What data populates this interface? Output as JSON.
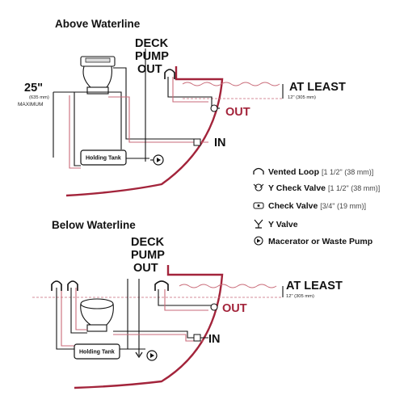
{
  "above": {
    "title": "Above Waterline",
    "deck_pump_out": [
      "DECK",
      "PUMP",
      "OUT"
    ],
    "height_value": "25\"",
    "height_metric": "(635 mm)",
    "height_max": "MAXIMUM",
    "at_least": "AT LEAST",
    "at_least_metric": "12\" (305 mm)",
    "out": "OUT",
    "in": "IN",
    "holding_tank": "Holding Tank"
  },
  "below": {
    "title": "Below Waterline",
    "deck_pump_out": [
      "DECK",
      "PUMP",
      "OUT"
    ],
    "at_least": "AT LEAST",
    "at_least_metric": "12\" (305 mm)",
    "out": "OUT",
    "in": "IN",
    "holding_tank": "Holding Tank"
  },
  "legend": [
    {
      "icon": "vented-loop-icon",
      "name": "Vented Loop",
      "spec": "[1 1/2\" (38 mm)]"
    },
    {
      "icon": "y-check-valve-icon",
      "name": "Y Check Valve",
      "spec": "[1 1/2\" (38 mm)]"
    },
    {
      "icon": "check-valve-icon",
      "name": "Check Valve",
      "spec": "[3/4\" (19 mm)]"
    },
    {
      "icon": "y-valve-icon",
      "name": "Y Valve",
      "spec": ""
    },
    {
      "icon": "macerator-pump-icon",
      "name": "Macerator or Waste Pump",
      "spec": ""
    }
  ],
  "colors": {
    "hull": "#a3243b",
    "water": "#c96a78",
    "pipe": "#111111"
  }
}
